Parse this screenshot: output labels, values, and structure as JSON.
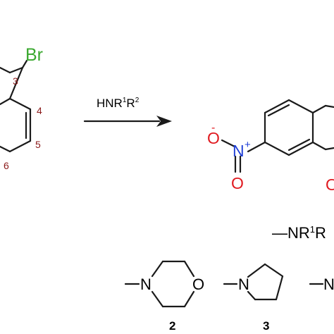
{
  "colors": {
    "bond": "#1a1a1a",
    "bromine": "#3aa82f",
    "oxygen": "#e0191f",
    "nitrogen": "#1f3fd6",
    "locant": "#8b1a1a"
  },
  "reactant": {
    "bromine": "Br",
    "locants": [
      "3",
      "4",
      "5",
      "6"
    ]
  },
  "arrow": {
    "reagent": "HNR",
    "sup1": "1",
    "mid": "R",
    "sup2": "2"
  },
  "product": {
    "oxygen_top": "O",
    "oxygen_minus": "-",
    "nitrogen": "N",
    "nitrogen_plus": "+",
    "oxygen_bottom": "O",
    "cut_oxygen": "O"
  },
  "substituent": {
    "prefix": "—NR",
    "sup1": "1",
    "tail": "R"
  },
  "amines": [
    {
      "number": "2",
      "nitrogen": "N",
      "oxygen": "O"
    },
    {
      "number": "3",
      "nitrogen": "N"
    },
    {
      "nitrogen": "N"
    }
  ]
}
